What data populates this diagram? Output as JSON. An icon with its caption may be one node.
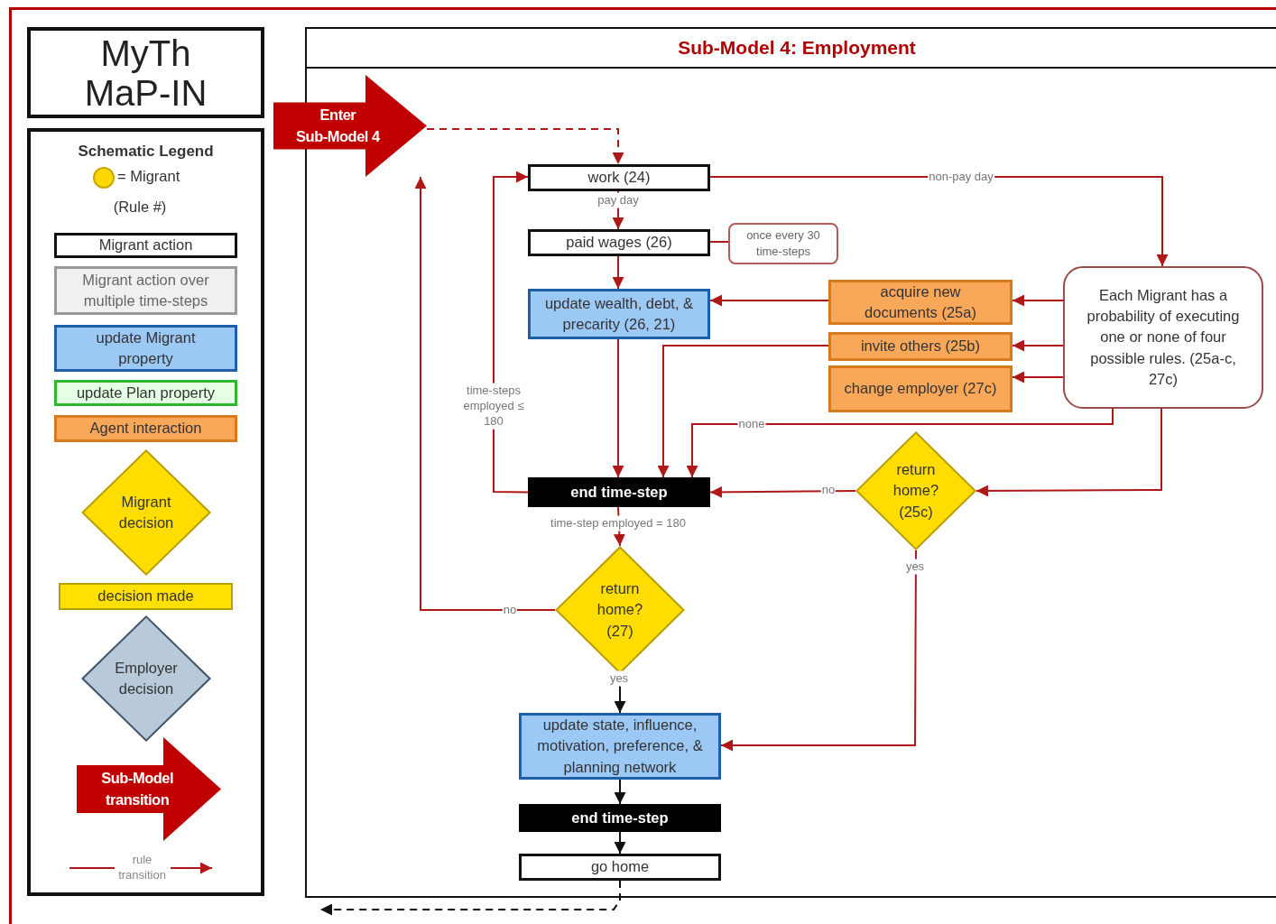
{
  "diagram": {
    "nodes": [
      {
        "text": [
          "MyTh MaP-IN"
        ]
      },
      {
        "text": [
          "Schematic Legend"
        ]
      },
      {
        "text": [],
        "shape": "circle",
        "in": 1,
        "beside": [
          "= Migrant"
        ]
      },
      {
        "text": [
          "Migrant action"
        ],
        "in": 1
      },
      {
        "text": [
          "Migrant action over multiple time-steps"
        ],
        "in": 1
      },
      {
        "text": [
          "update Migrant property"
        ],
        "in": 1
      },
      {
        "text": [
          "update Plan property"
        ],
        "in": 1
      },
      {
        "text": [
          "Agent interaction"
        ],
        "in": 1
      },
      {
        "text": [
          "Migrant decision"
        ],
        "in": 1
      },
      {
        "text": [
          "decision made"
        ],
        "in": 1
      },
      {
        "text": [
          "Employer decision"
        ],
        "in": 1
      },
      {
        "text": [
          "Sub-Model transition"
        ],
        "in": 1
      },
      {
        "text": [
          "Enter Sub-Model 4"
        ]
      },
      {
        "text": [
          "Sub-Model 4: Employment"
        ]
      },
      {
        "text": [
          "work (24)"
        ],
        "in": 13
      },
      {
        "text": [
          "paid wages (26)"
        ],
        "in": 13
      },
      {
        "text": [
          "once every 30 time-steps"
        ],
        "in": 13
      },
      {
        "text": [
          "update wealth, debt, & precarity (26, 21)"
        ],
        "in": 13
      },
      {
        "text": [
          "acquire new documents (25a)"
        ],
        "in": 13
      },
      {
        "text": [
          "invite others (25b)"
        ],
        "in": 13
      },
      {
        "text": [
          "change employer (27c)"
        ],
        "in": 13
      },
      {
        "text": [
          "Each Migrant has a probability of executing one or none of four possible rules. (25a-c, 27c)"
        ],
        "in": 13
      },
      {
        "text": [
          "end time-step"
        ],
        "in": 13
      },
      {
        "text": [
          "return home? (25c)"
        ],
        "in": 13
      },
      {
        "text": [
          "return home? (27)"
        ],
        "in": 13
      },
      {
        "text": [
          "update state, influence, motivation, preference, & planning network"
        ],
        "in": 13
      },
      {
        "text": [
          "end time-step"
        ],
        "in": 13
      },
      {
        "text": [
          "go home"
        ],
        "in": 13
      }
    ],
    "edges": [
      {
        "from": 12,
        "to": 14,
        "arrow": "to",
        "style": "dashed"
      },
      {
        "from": 14,
        "to": 15,
        "arrow": "to",
        "label": "pay day"
      },
      {
        "from": 15,
        "to": 16,
        "arrow": "none"
      },
      {
        "from": 15,
        "to": 17,
        "arrow": "to"
      },
      {
        "from": 14,
        "to": 21,
        "arrow": "to",
        "label": "non-pay day"
      },
      {
        "from": 21,
        "to": 18,
        "arrow": "to"
      },
      {
        "from": 21,
        "to": 19,
        "arrow": "to"
      },
      {
        "from": 21,
        "to": 20,
        "arrow": "to"
      },
      {
        "from": 18,
        "to": 17,
        "arrow": "to"
      },
      {
        "from": 19,
        "to": 22,
        "arrow": "to"
      },
      {
        "from": 21,
        "to": 22,
        "arrow": "to",
        "label": "none"
      },
      {
        "from": 21,
        "to": 23,
        "arrow": "to"
      },
      {
        "from": 17,
        "to": 22,
        "arrow": "to"
      },
      {
        "from": 23,
        "to": 22,
        "arrow": "to",
        "label": "no"
      },
      {
        "from": 22,
        "to": 14,
        "arrow": "to",
        "label": "time-steps employed ≤ 180"
      },
      {
        "from": 22,
        "to": 24,
        "arrow": "to",
        "label": "time-step employed = 180"
      },
      {
        "from": 24,
        "to": 12,
        "arrow": "to",
        "label": "no"
      },
      {
        "from": 24,
        "to": 25,
        "arrow": "to",
        "label": "yes",
        "color": "#111111"
      },
      {
        "from": 23,
        "to": 25,
        "arrow": "to",
        "label": "yes"
      },
      {
        "from": 25,
        "to": 26,
        "arrow": "to",
        "color": "#111111"
      },
      {
        "from": 26,
        "to": 27,
        "arrow": "to",
        "color": "#111111"
      },
      {
        "from": 27,
        "to": null,
        "arrow": "to",
        "style": "dashed",
        "color": "#111111"
      }
    ],
    "labels": [
      "(Rule #)"
    ],
    "legend": [
      {
        "text": "rule transition"
      }
    ]
  }
}
